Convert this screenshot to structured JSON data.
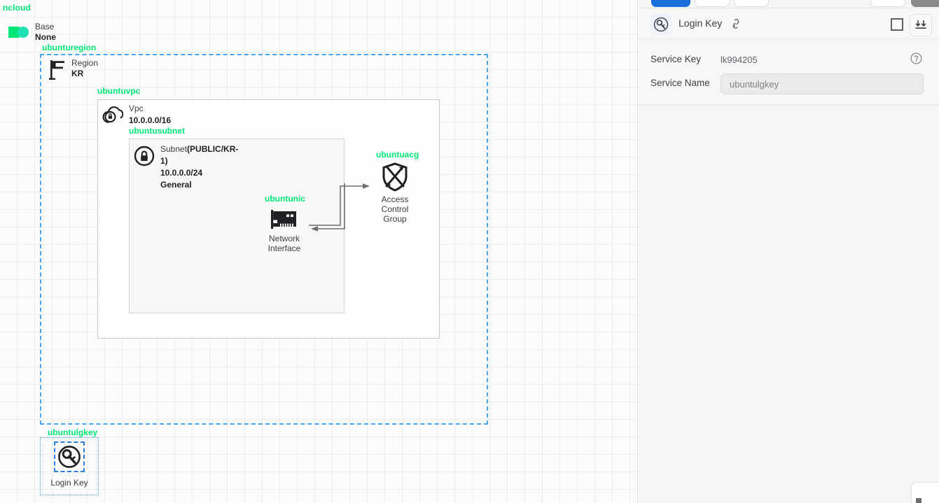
{
  "canvas": {
    "root_label": "ncloud",
    "base_node": {
      "type_label": "Base",
      "value": "None",
      "icon_square": "green-square-icon",
      "icon_circle": "green-circle-icon"
    },
    "region_group": {
      "label": "ubunturegion",
      "node": {
        "type_label": "Region",
        "value": "KR",
        "icon": "flag-icon"
      }
    },
    "vpc_group": {
      "label": "ubuntuvpc",
      "node": {
        "type_label": "Vpc",
        "value": "10.0.0.0/16",
        "icon": "cloud-lock-icon"
      }
    },
    "subnet_group": {
      "label": "ubuntusubnet",
      "node": {
        "type_label": "Subnet",
        "scope": "(PUBLIC/KR-1)",
        "cidr": "10.0.0.0/24",
        "usage": "General",
        "icon": "lock-circle-icon"
      }
    },
    "nic_node": {
      "label": "ubuntunic",
      "caption_line1": "Network",
      "caption_line2": "Interface",
      "icon": "network-interface-card-icon"
    },
    "acg_node": {
      "label": "ubuntuacg",
      "caption_line1": "Access",
      "caption_line2": "Control",
      "caption_line3": "Group",
      "icon": "shield-cross-icon"
    },
    "loginkey_node": {
      "label": "ubuntulgkey",
      "caption": "Login Key",
      "icon": "key-circle-icon",
      "selected": true
    },
    "colors": {
      "label_green": "#00e676",
      "group_dashed_blue": "#46a6f0",
      "selection_blue": "#2a7fe0",
      "grid_line": "#ececec"
    }
  },
  "panel": {
    "toolbar": {
      "buttons": [
        "",
        "",
        "",
        "",
        ""
      ],
      "primary_color": "#1a6fdd"
    },
    "header": {
      "title": "Login Key",
      "icon": "key-circle-icon",
      "link_icon": "chain-link-icon",
      "square_icon": "square-icon",
      "collapse_icon": "collapse-all-icon"
    },
    "form": {
      "fields": [
        {
          "label": "Service Key",
          "value": "lk994205",
          "readonly": true,
          "help_icon": "question-circle-icon"
        },
        {
          "label": "Service Name",
          "value": "",
          "placeholder": "ubuntulgkey",
          "readonly": false
        }
      ]
    }
  }
}
